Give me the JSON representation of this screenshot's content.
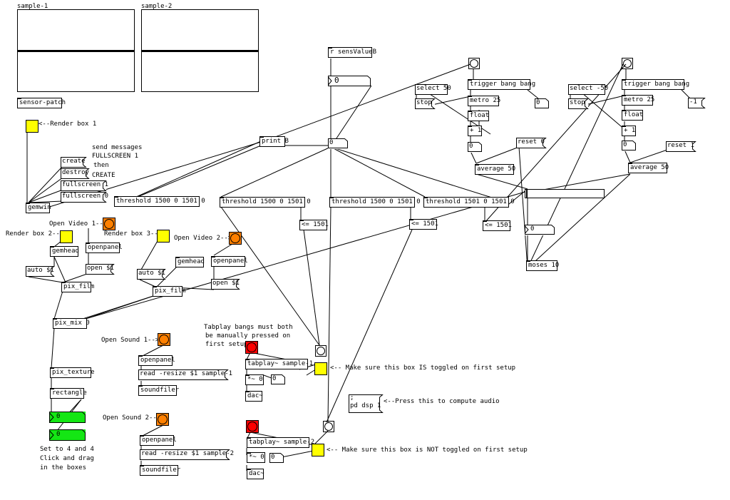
{
  "colors": {
    "yellow": "#ffff00",
    "orange": "#ff8000",
    "red": "#ff0000",
    "green": "#14e614"
  },
  "arrays": {
    "sample1": "sample-1",
    "sample2": "sample-2"
  },
  "objects": {
    "sensor_patch": "sensor-patch",
    "r_sens": "r sensValueB",
    "print_b": "print B",
    "gemwin": "gemwin",
    "threshold1": "threshold 1500 0 1501 0",
    "threshold2": "threshold 1500 0 1501 0",
    "threshold3": "threshold 1500 0 1501 0",
    "threshold4": "threshold 1501 0 1501 0",
    "le1": "<= 1501",
    "le2": "<= 1501",
    "le3": "<= 1501",
    "select1": "select 50",
    "trigger1": "trigger bang bang",
    "metro1": "metro 25",
    "float1": "float",
    "plus1": "+ 1",
    "average1": "average 50",
    "select2": "select -50",
    "trigger2": "trigger bang bang",
    "metro2": "metro 25",
    "float2": "float",
    "plus2": "+ 1",
    "average2": "average 50",
    "moses": "moses 10",
    "gemhead1": "gemhead",
    "gemhead2": "gemhead",
    "openpanel1": "openpanel",
    "openpanel2": "openpanel",
    "openpanel3": "openpanel",
    "openpanel4": "openpanel",
    "pix_film1": "pix_film",
    "pix_film2": "pix_film",
    "pix_mix": "pix_mix 0",
    "pix_texture": "pix_texture",
    "rectangle": "rectangle",
    "soundfiler1": "soundfiler",
    "soundfiler2": "soundfiler",
    "tabplay1": "tabplay~ sample-1",
    "tabplay2": "tabplay~ sample-2",
    "times1": "*~ 0",
    "times2": "*~ 0",
    "dac1": "dac~",
    "dac2": "dac~"
  },
  "messages": {
    "create": "create",
    "destroy": "destroy",
    "fullscreen1": "fullscreen 1",
    "fullscreen0": "fullscreen 0",
    "stop1": "stop",
    "stop2": "stop",
    "reset0": "reset 0",
    "reset1": "reset 1",
    "auto1": "auto $1",
    "auto2": "auto $1",
    "open1": "open $1",
    "open2": "open $1",
    "read1": "read -resize $1 sample-1",
    "read2": "read -resize $1 sample-2",
    "pd_dsp_1": ";",
    "pd_dsp_2": "pd dsp 1",
    "neg1": "-1"
  },
  "numbers": {
    "sens_out": "0",
    "print_in": "0",
    "n_trig1": "0",
    "n_float1": "0",
    "n_float2": "0",
    "n_moses": "0",
    "n_times1": "0",
    "n_times2": "0",
    "green1": "0",
    "green2": "0"
  },
  "comments": {
    "render1": "<--Render box 1",
    "send_messages": "send messages",
    "fullscreen_1": "FULLSCREEN 1",
    "then": "then",
    "create_caps": "CREATE",
    "render2": "Render box 2-->",
    "open_video1": "Open Video 1-->",
    "render3": "Render box 3-->",
    "open_video2": "Open Video 2-->",
    "open_sound1": "Open Sound 1-->",
    "open_sound2": "Open Sound 2-->",
    "tabplay_note1": "Tabplay bangs must both",
    "tabplay_note2": "be manually pressed on",
    "tabplay_note3": "first setup",
    "toggle_on": "<-- Make sure this box IS toggled on first setup",
    "toggle_off": "<-- Make sure this box is NOT toggled on first setup",
    "press_compute": "<--Press this to compute audio",
    "set_to": "Set to 4 and 4",
    "click_drag": "Click and drag",
    "in_boxes": "in the boxes"
  }
}
